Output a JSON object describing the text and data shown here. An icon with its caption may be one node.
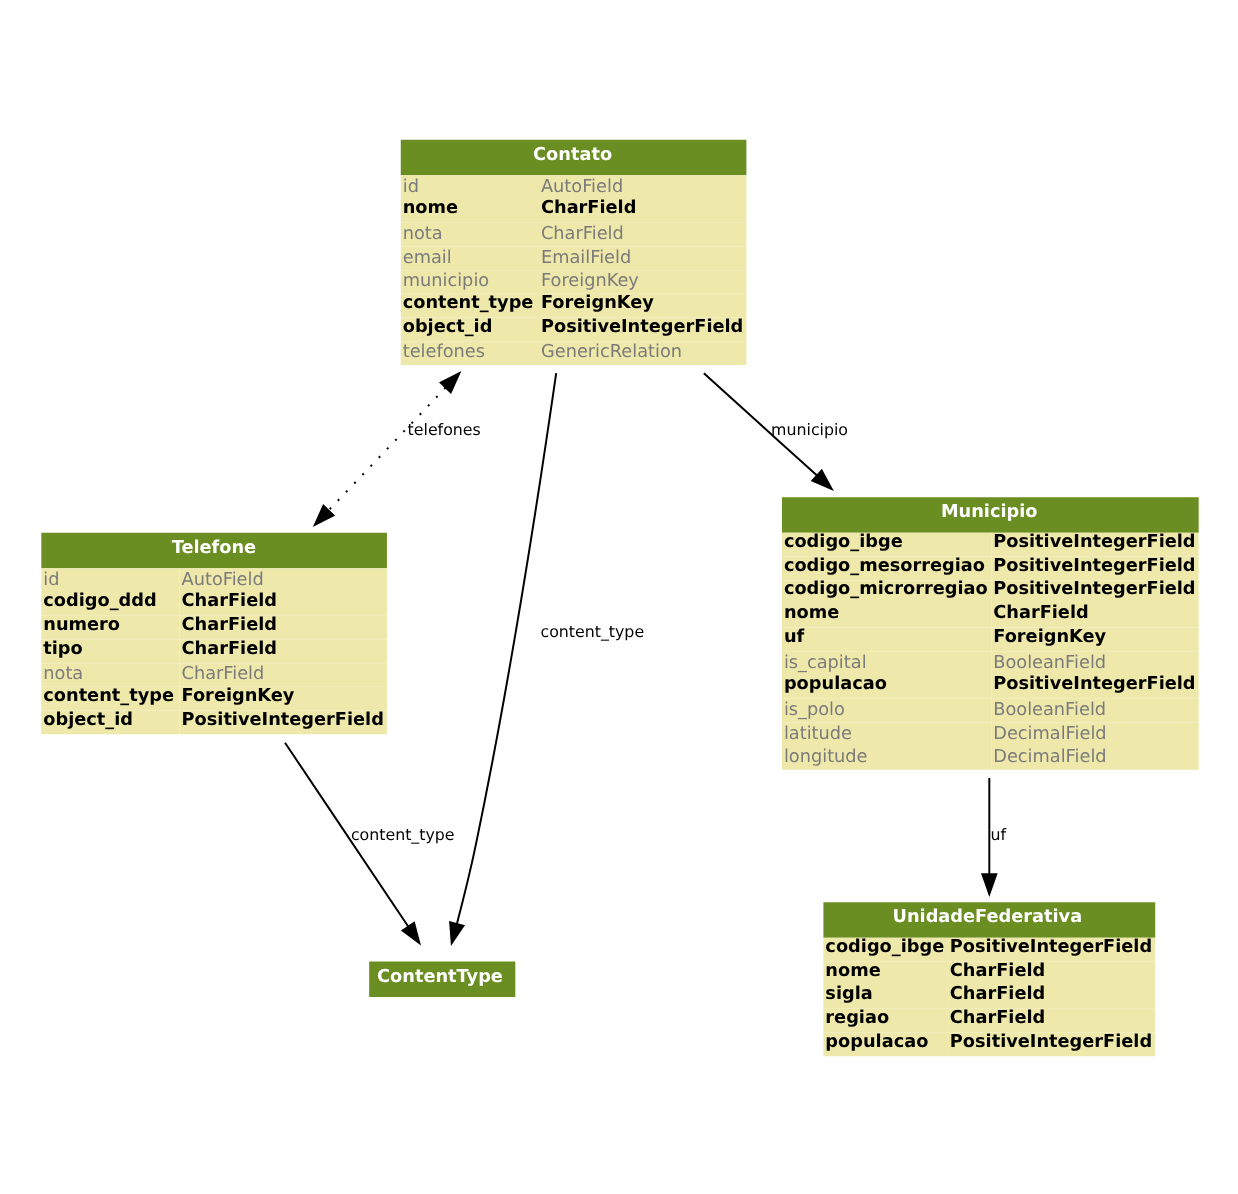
{
  "diagram": {
    "nodes": [
      {
        "text": [
          "Contato",
          "id",
          "AutoField",
          "nome",
          "CharField",
          "nota",
          "CharField",
          "email",
          "EmailField",
          "municipio",
          "ForeignKey",
          "content_type",
          "ForeignKey",
          "object_id",
          "PositiveIntegerField",
          "telefones",
          "GenericRelation"
        ]
      },
      {
        "text": [
          "Telefone",
          "id",
          "AutoField",
          "codigo_ddd",
          "CharField",
          "numero",
          "CharField",
          "tipo",
          "CharField",
          "nota",
          "CharField",
          "content_type",
          "ForeignKey",
          "object_id",
          "PositiveIntegerField"
        ]
      },
      {
        "text": [
          "Municipio",
          "codigo_ibge",
          "PositiveIntegerField",
          "codigo_mesorregiao",
          "PositiveIntegerField",
          "codigo_microrregiao",
          "PositiveIntegerField",
          "nome",
          "CharField",
          "uf",
          "ForeignKey",
          "is_capital",
          "BooleanField",
          "populacao",
          "PositiveIntegerField",
          "is_polo",
          "BooleanField",
          "latitude",
          "DecimalField",
          "longitude",
          "DecimalField"
        ]
      },
      {
        "text": [
          "ContentType"
        ]
      },
      {
        "text": [
          "UnidadeFederativa",
          "codigo_ibge",
          "PositiveIntegerField",
          "nome",
          "CharField",
          "sigla",
          "CharField",
          "regiao",
          "CharField",
          "populacao",
          "PositiveIntegerField"
        ]
      }
    ],
    "edges": [
      {
        "from": 0,
        "to": 1,
        "arrow": "both",
        "style": "dashed",
        "label": "telefones"
      },
      {
        "from": 0,
        "to": 2,
        "arrow": "to",
        "label": "municipio"
      },
      {
        "from": 0,
        "to": 3,
        "arrow": "to",
        "label": "content_type"
      },
      {
        "from": 1,
        "to": 3,
        "arrow": "to",
        "label": "content_type"
      },
      {
        "from": 2,
        "to": 4,
        "arrow": "to",
        "label": "uf"
      }
    ]
  }
}
